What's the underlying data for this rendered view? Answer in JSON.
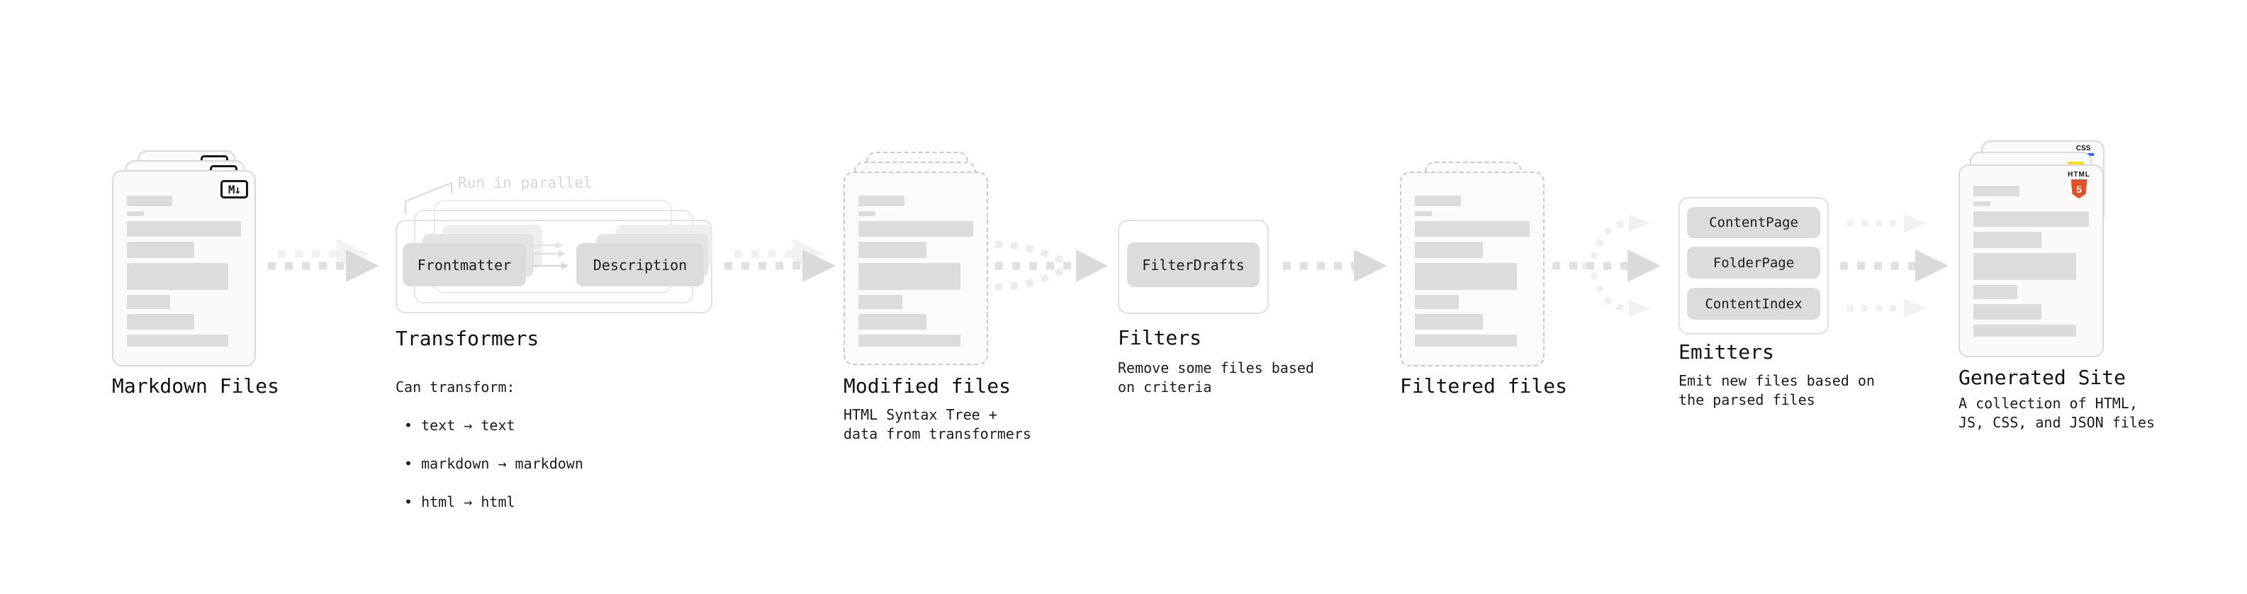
{
  "diagram": {
    "markdown": {
      "label": "Markdown Files",
      "badge": "M↓"
    },
    "transformers": {
      "title": "Transformers",
      "annotation": "Run in parallel",
      "chip_frontmatter": "Frontmatter",
      "chip_description": "Description",
      "desc_heading": "Can transform:",
      "bullets": [
        "• text → text",
        "• markdown → markdown",
        "• html → html"
      ]
    },
    "modified": {
      "label": "Modified files",
      "desc": "HTML Syntax Tree +\ndata from transformers"
    },
    "filters": {
      "title": "Filters",
      "chip": "FilterDrafts",
      "desc": "Remove some files based\non criteria"
    },
    "filtered": {
      "label": "Filtered files"
    },
    "emitters": {
      "title": "Emitters",
      "chips": [
        "ContentPage",
        "FolderPage",
        "ContentIndex"
      ],
      "desc": "Emit new files based on\nthe parsed files"
    },
    "generated": {
      "label": "Generated Site",
      "desc": "A collection of HTML,\nJS, CSS, and JSON files",
      "badge_css": "CSS",
      "badge_html_word": "HTML",
      "badge_html_num": "5"
    }
  },
  "colors": {
    "html5_orange": "#e34f26",
    "js_yellow": "#f7df1e",
    "css_blue": "#2962ff"
  }
}
